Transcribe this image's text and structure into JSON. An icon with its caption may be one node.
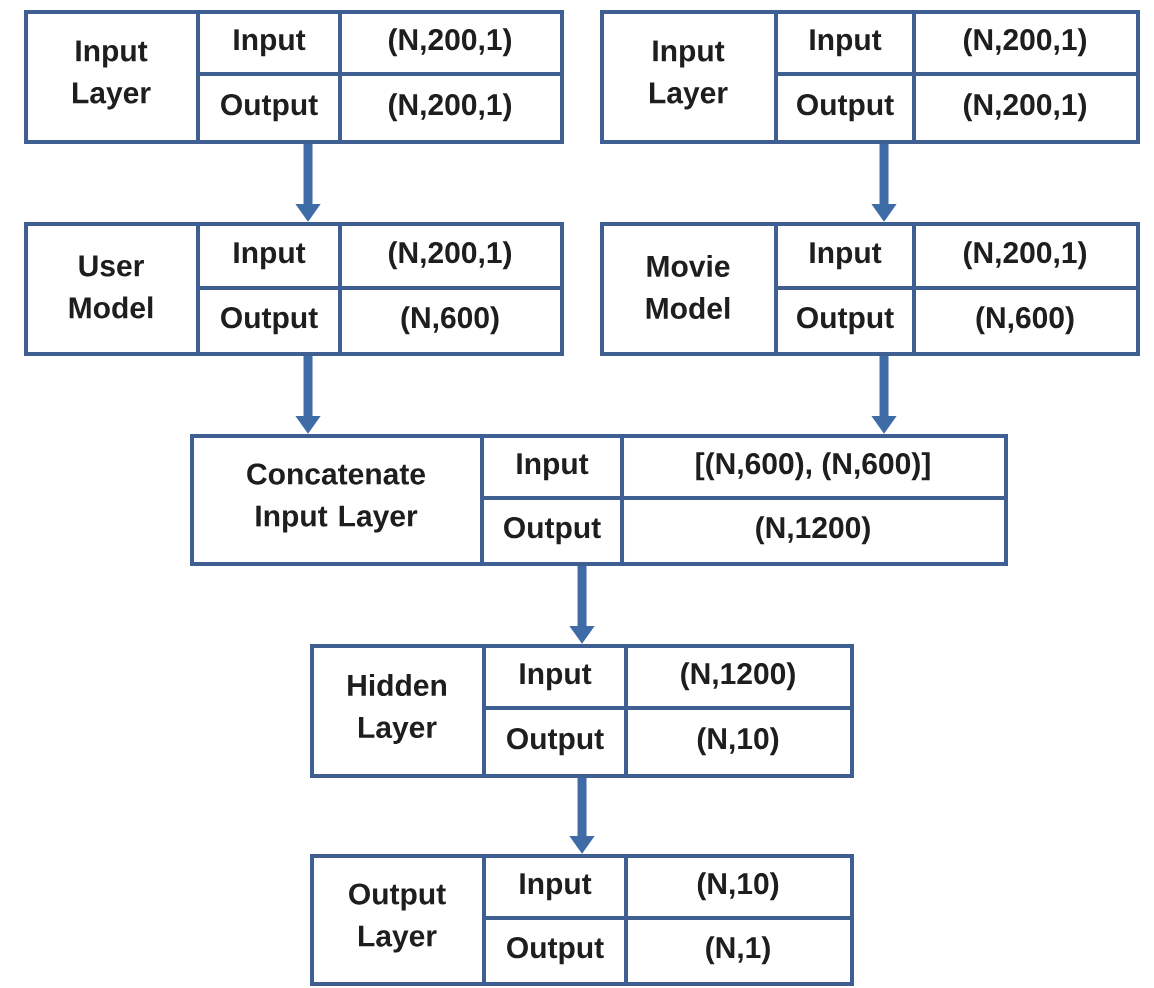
{
  "diagram": {
    "nodes": [
      {
        "text": [
          "Input Layer",
          "Input",
          "(N,200,1)",
          "Output",
          "(N,200,1)"
        ]
      },
      {
        "text": [
          "Input Layer",
          "Input",
          "(N,200,1)",
          "Output",
          "(N,200,1)"
        ]
      },
      {
        "text": [
          "User Model",
          "Input",
          "(N,200,1)",
          "Output",
          "(N,600)"
        ]
      },
      {
        "text": [
          "Movie Model",
          "Input",
          "(N,200,1)",
          "Output",
          "(N,600)"
        ]
      },
      {
        "text": [
          "Concatenate Input Layer",
          "Input",
          "[(N,600), (N,600)]",
          "Output",
          "(N,1200)"
        ]
      },
      {
        "text": [
          "Hidden Layer",
          "Input",
          "(N,1200)",
          "Output",
          "(N,10)"
        ]
      },
      {
        "text": [
          "Output Layer",
          "Input",
          "(N,10)",
          "Output",
          "(N,1)"
        ]
      }
    ],
    "edges": [
      {
        "from": 0,
        "to": 2,
        "arrow": "to"
      },
      {
        "from": 1,
        "to": 3,
        "arrow": "to"
      },
      {
        "from": 2,
        "to": 4,
        "arrow": "to"
      },
      {
        "from": 3,
        "to": 4,
        "arrow": "to"
      },
      {
        "from": 4,
        "to": 5,
        "arrow": "to"
      },
      {
        "from": 5,
        "to": 6,
        "arrow": "to"
      }
    ]
  }
}
